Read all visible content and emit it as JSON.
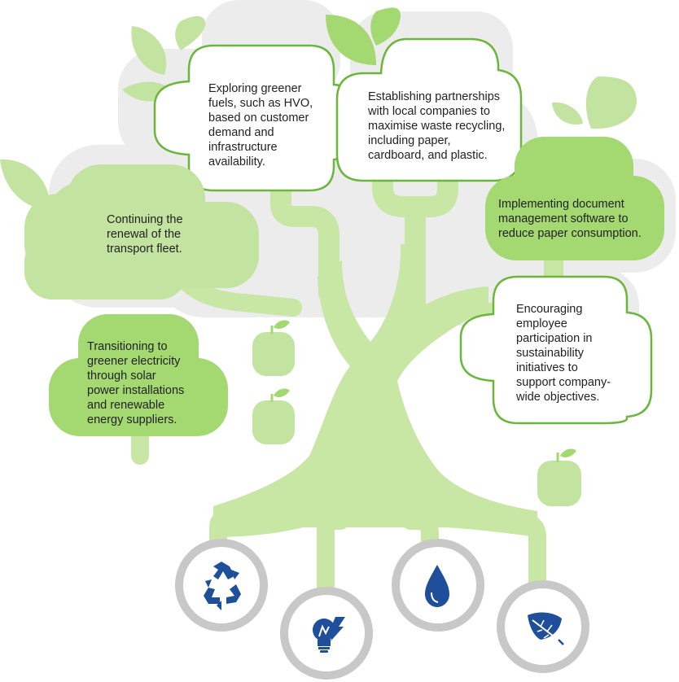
{
  "bubbles": {
    "greener_fuels": "Exploring greener\nfuels, such as HVO,\nbased on customer\ndemand and\ninfrastructure\navailability.",
    "partnerships": "Establishing partnerships\nwith local companies to\nmaximise waste recycling,\nincluding paper,\ncardboard, and plastic.",
    "fleet": "Continuing the\nrenewal of the\ntransport fleet.",
    "document_management": "Implementing document\nmanagement software to\nreduce paper consumption.",
    "electricity": "Transitioning to\ngreener electricity\nthrough solar\npower installations\nand renewable\nenergy suppliers.",
    "employees": "Encouraging\nemployee\nparticipation in\nsustainability\ninitiatives to\nsupport company-\nwide objectives."
  },
  "icons": [
    "recycle-icon",
    "lightbulb-icon",
    "water-drop-icon",
    "leaf-icon"
  ],
  "colors": {
    "light_green": "#c3e3a0",
    "mid_green": "#a4d870",
    "outline_green": "#6cb63c",
    "grey_cloud": "#ebebeb",
    "ring_grey": "#c8c8c8",
    "icon_blue": "#1f4f9a"
  }
}
